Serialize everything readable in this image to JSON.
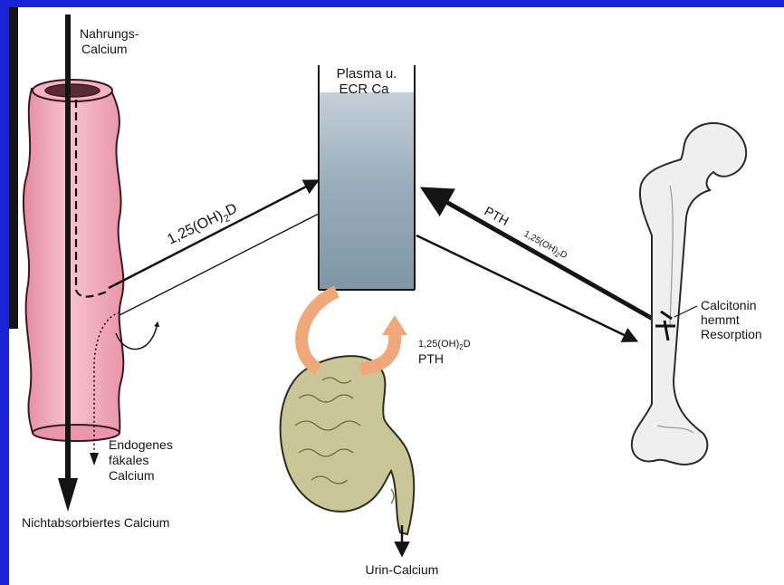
{
  "labels": {
    "dietary_calcium": [
      "Nahrungs-",
      "Calcium"
    ],
    "plasma": [
      "Plasma u.",
      "ECR Ca"
    ],
    "absorption": {
      "prefix": "1,25(OH)",
      "sub": "2",
      "suffix": "D"
    },
    "bone_in": {
      "pth": "PTH",
      "prefix": "1,25(OH)",
      "sub": "2",
      "suffix": "D"
    },
    "calcitonin": [
      "Calcitonin",
      "hemmt",
      "Resorption"
    ],
    "kidney": {
      "prefix": "1,25(OH)",
      "sub": "2",
      "suffix": "D",
      "pth": "PTH"
    },
    "endogenous": [
      "Endogenes",
      "fäkales",
      "Calcium"
    ],
    "unabsorbed": "Nichtabsorbiertes Calcium",
    "urine": "Urin-Calcium"
  },
  "colors": {
    "background_frame": "#1a23d6",
    "panel": "#ffffff",
    "intestine": "#f0a6b8",
    "plasma_fill": "#8ea4b4",
    "kidney": "#c9c79a",
    "kidney_arrow": "#f0a77a",
    "bone": "#eeeeee",
    "ink": "#141414"
  },
  "icons": [
    "intestine-tube",
    "plasma-container",
    "kidney",
    "femur-bone"
  ]
}
